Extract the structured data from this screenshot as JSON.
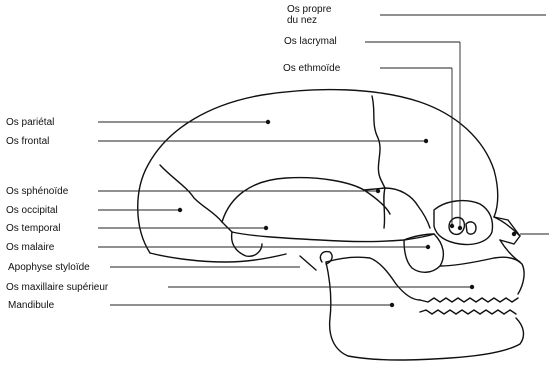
{
  "diagram": {
    "labels": {
      "os_propre_nez_line1": "Os propre",
      "os_propre_nez_line2": "du nez",
      "os_lacrymal": "Os lacrymal",
      "os_ethmoide": "Os ethmoïde",
      "os_parietal": "Os pariétal",
      "os_frontal": "Os frontal",
      "os_sphenoide": "Os sphénoïde",
      "os_occipital": "Os occipital",
      "os_temporal": "Os temporal",
      "os_malaire": "Os malaire",
      "apophyse_styloide": "Apophyse styloïde",
      "os_maxillaire_superieur": "Os maxillaire supérieur",
      "mandibule": "Mandibule"
    }
  }
}
